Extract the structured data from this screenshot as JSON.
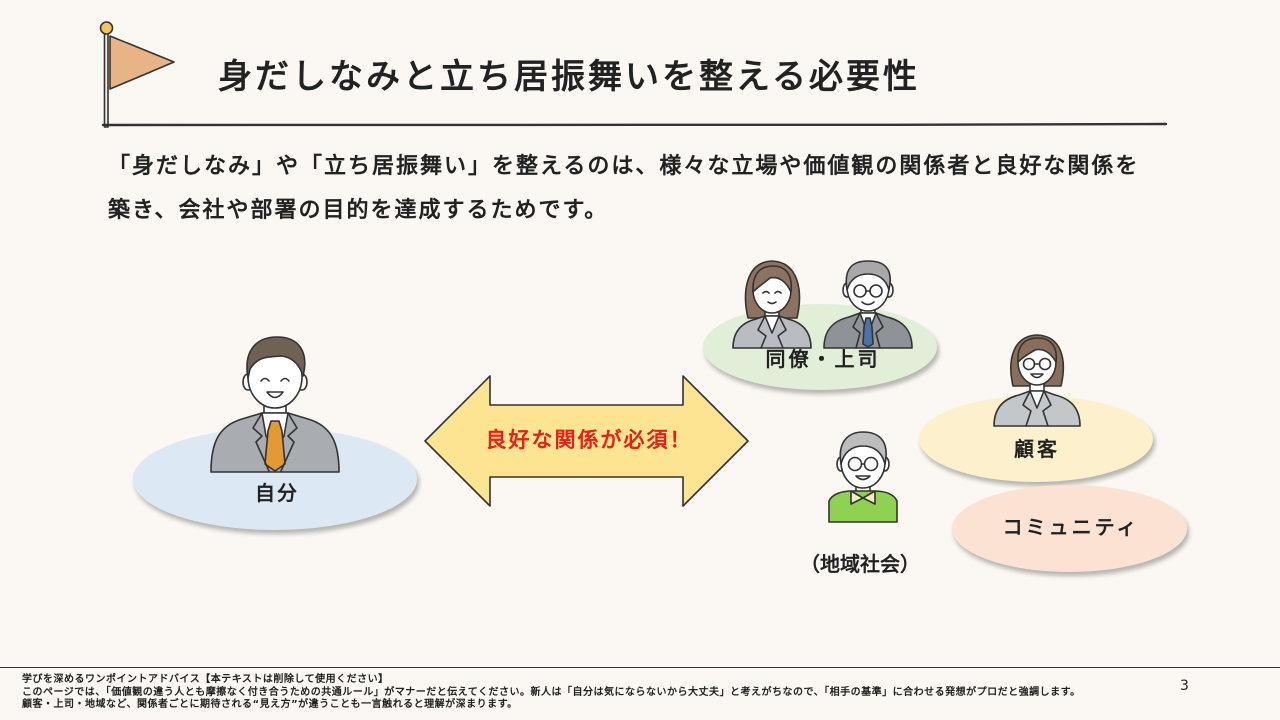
{
  "slide": {
    "title": "身だしなみと立ち居振舞いを整える必要性",
    "body_lines": [
      "「身だしなみ」や「立ち居振舞い」を整えるのは、様々な立場や価値観の関係者と良好な関係を",
      "築き、会社や部署の目的を達成するためです。"
    ],
    "page_number": "3"
  },
  "diagram": {
    "self_label": "自分",
    "arrow_label": "良好な関係が必須！",
    "colleagues_label": "同僚・上司",
    "customers_label": "顧客",
    "community_label": "コミュニティ",
    "local_society_label": "（地域社会）"
  },
  "footer": {
    "heading": "学びを深めるワンポイントアドバイス【本テキストは削除して使用ください】",
    "lines": [
      "このページでは、「価値観の違う人とも摩擦なく付き合うための共通ルール」がマナーだと伝えてください。新人は「自分は気にならないから大丈夫」と考えがちなので、「相手の基準」に合わせる発想がプロだと強調します。",
      "顧客・上司・地域など、関係者ごとに期待される“見え方”が違うことも一言触れると理解が深まります。"
    ]
  },
  "icons": {
    "title_marker": "flag-icon"
  },
  "colors": {
    "background": "#fbf8f3",
    "text": "#222222",
    "arrow_text": "#e3231b",
    "self_ellipse": "#dce8f4",
    "colleagues_ellipse": "#e1eed8",
    "customers_ellipse": "#fdf0cc",
    "community_ellipse": "#fbe2d2",
    "arrow_fill": "#fce493",
    "flag_fill": "#e8b387"
  }
}
